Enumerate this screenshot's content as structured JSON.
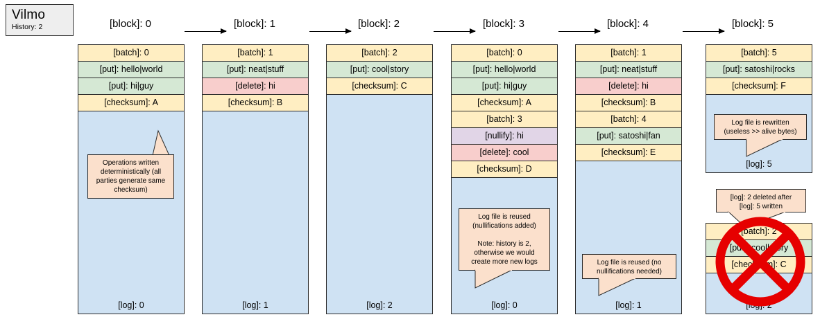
{
  "title_badge": {
    "app_name": "Vilmo",
    "history": "History: 2"
  },
  "colors": {
    "block_fill": "#cfe2f3",
    "batch": "#ffeec2",
    "put": "#d5e8d4",
    "delete": "#f8cecc",
    "nullify": "#e1d5e7",
    "callout": "#fbe0cc",
    "deleted_mark": "#e60000",
    "border": "#2a2a2a",
    "badge_fill": "#eeeeee"
  },
  "blocks": [
    {
      "header": "[block]: 0",
      "log_label": "[log]: 0",
      "rows": [
        {
          "kind": "batch",
          "text": "[batch]: 0"
        },
        {
          "kind": "put",
          "text": "[put]: hello|world"
        },
        {
          "kind": "put",
          "text": "[put]: hi|guy"
        },
        {
          "kind": "checksum",
          "text": "[checksum]: A"
        }
      ],
      "callout": "Operations written\ndeterministically (all\nparties generate same\nchecksum)"
    },
    {
      "header": "[block]: 1",
      "log_label": "[log]: 1",
      "rows": [
        {
          "kind": "batch",
          "text": "[batch]: 1"
        },
        {
          "kind": "put",
          "text": "[put]: neat|stuff"
        },
        {
          "kind": "delete",
          "text": "[delete]: hi"
        },
        {
          "kind": "checksum",
          "text": "[checksum]: B"
        }
      ],
      "callout": null
    },
    {
      "header": "[block]: 2",
      "log_label": "[log]: 2",
      "rows": [
        {
          "kind": "batch",
          "text": "[batch]: 2"
        },
        {
          "kind": "put",
          "text": "[put]: cool|story"
        },
        {
          "kind": "checksum",
          "text": "[checksum]: C"
        }
      ],
      "callout": null
    },
    {
      "header": "[block]: 3",
      "log_label": "[log]: 0",
      "rows": [
        {
          "kind": "batch",
          "text": "[batch]: 0"
        },
        {
          "kind": "put",
          "text": "[put]: hello|world"
        },
        {
          "kind": "put",
          "text": "[put]: hi|guy"
        },
        {
          "kind": "checksum",
          "text": "[checksum]: A"
        },
        {
          "kind": "batch",
          "text": "[batch]: 3"
        },
        {
          "kind": "nullify",
          "text": "[nullify]: hi"
        },
        {
          "kind": "delete",
          "text": "[delete]: cool"
        },
        {
          "kind": "checksum",
          "text": "[checksum]: D"
        }
      ],
      "callout": "Log file is reused\n(nullifications added)\n\nNote: history is 2,\notherwise we would\ncreate more new logs"
    },
    {
      "header": "[block]: 4",
      "log_label": "[log]: 1",
      "rows": [
        {
          "kind": "batch",
          "text": "[batch]: 1"
        },
        {
          "kind": "put",
          "text": "[put]: neat|stuff"
        },
        {
          "kind": "delete",
          "text": "[delete]: hi"
        },
        {
          "kind": "checksum",
          "text": "[checksum]: B"
        },
        {
          "kind": "batch",
          "text": "[batch]: 4"
        },
        {
          "kind": "put",
          "text": "[put]: satoshi|fan"
        },
        {
          "kind": "checksum",
          "text": "[checksum]: E"
        }
      ],
      "callout": "Log file is reused (no\nnullifications needed)"
    },
    {
      "header": "[block]: 5",
      "log_label": "[log]: 5",
      "rows": [
        {
          "kind": "batch",
          "text": "[batch]: 5"
        },
        {
          "kind": "put",
          "text": "[put]: satoshi|rocks"
        },
        {
          "kind": "checksum",
          "text": "[checksum]: F"
        }
      ],
      "callout": "Log file is rewritten\n(useless >> alive bytes)"
    }
  ],
  "deleted_block": {
    "log_label": "[log]: 2",
    "rows": [
      {
        "kind": "batch",
        "text": "[batch]: 2"
      },
      {
        "kind": "put",
        "text": "[put]: cool|story"
      },
      {
        "kind": "checksum",
        "text": "[checksum]: C"
      }
    ],
    "callout": "[log]: 2 deleted after\n[log]: 5 written",
    "mark": "deleted-cross-mark"
  }
}
